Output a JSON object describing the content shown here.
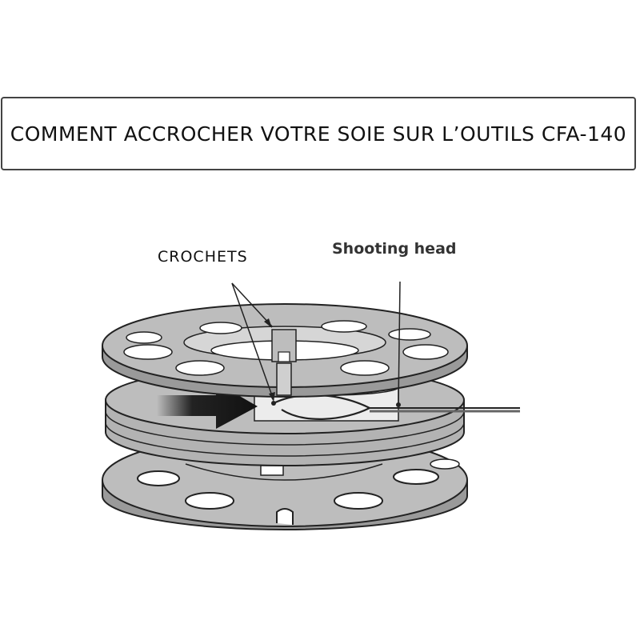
{
  "title": "COMMENT ACCROCHER VOTRE SOIE SUR L’OUTILS CFA-140",
  "labels": {
    "crochets": "CROCHETS",
    "shooting_head": "Shooting head"
  },
  "colors": {
    "spool_fill": "#bdbdbd",
    "spool_dark": "#9a9a9a",
    "outline": "#222222",
    "hole": "#ffffff",
    "arrow": "#111111"
  }
}
